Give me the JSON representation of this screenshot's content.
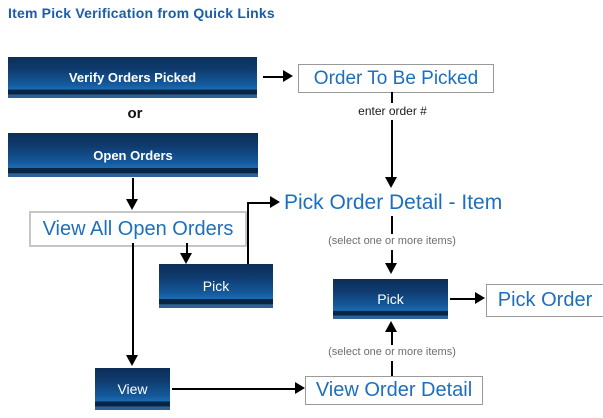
{
  "title": "Item Pick Verification from Quick Links",
  "colors": {
    "title_blue": "#1a5dad",
    "link_blue": "#1d6fbe",
    "button_gradient_top": "#0d2e58",
    "button_gradient_mid": "#14599b",
    "button_gradient_light": "#1a6db3",
    "button_bottom_strip": "#092544",
    "button_bottom_line": "#2e6296",
    "box_border": "#9a9a9a",
    "note_gray": "#6e6e6e",
    "arrow_black": "#000000"
  },
  "buttons": {
    "verify_orders_picked": "Verify Orders Picked",
    "open_orders": "Open Orders",
    "pick_left": "Pick",
    "pick_right": "Pick",
    "view": "View"
  },
  "link_boxes": {
    "order_to_be_picked": "Order To Be Picked",
    "view_all_open_orders": "View All Open Orders",
    "pick_order": "Pick Order",
    "view_order_detail": "View Order Detail"
  },
  "labels": {
    "or": "or",
    "enter_order_number": "enter order #",
    "pick_order_detail_item": "Pick Order Detail - Item",
    "select_items_top": "(select one or more items)",
    "select_items_bottom": "(select one or more items)"
  }
}
